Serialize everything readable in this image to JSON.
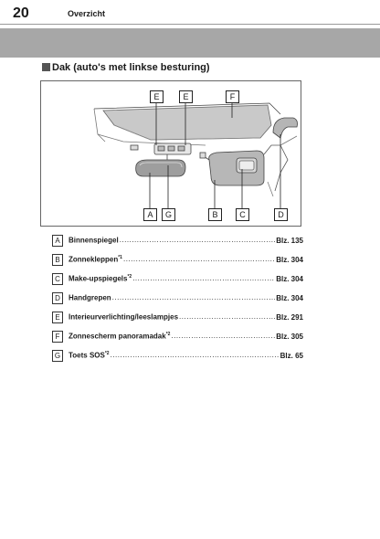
{
  "header": {
    "page_number": "20",
    "title": "Overzicht"
  },
  "section": {
    "title": "Dak (auto's met linkse besturing)"
  },
  "figure": {
    "callouts_top": [
      "E",
      "E",
      "F"
    ],
    "callouts_bottom": [
      "A",
      "G",
      "B",
      "C",
      "D"
    ]
  },
  "legend": [
    {
      "letter": "A",
      "name": "Binnenspiegel",
      "sup": "",
      "ref": "Blz. 135"
    },
    {
      "letter": "B",
      "name": "Zonnekleppen",
      "sup": "*1",
      "ref": "Blz. 304"
    },
    {
      "letter": "C",
      "name": "Make-upspiegels",
      "sup": "*2",
      "ref": "Blz. 304"
    },
    {
      "letter": "D",
      "name": "Handgrepen",
      "sup": "",
      "ref": "Blz. 304"
    },
    {
      "letter": "E",
      "name": "Interieurverlichting/leeslampjes",
      "sup": "",
      "ref": "Blz. 291"
    },
    {
      "letter": "F",
      "name": "Zonnescherm panoramadak",
      "sup": "*2",
      "ref": "Blz. 305"
    },
    {
      "letter": "G",
      "name": "Toets SOS",
      "sup": "*2",
      "ref": "Blz. 65"
    }
  ]
}
